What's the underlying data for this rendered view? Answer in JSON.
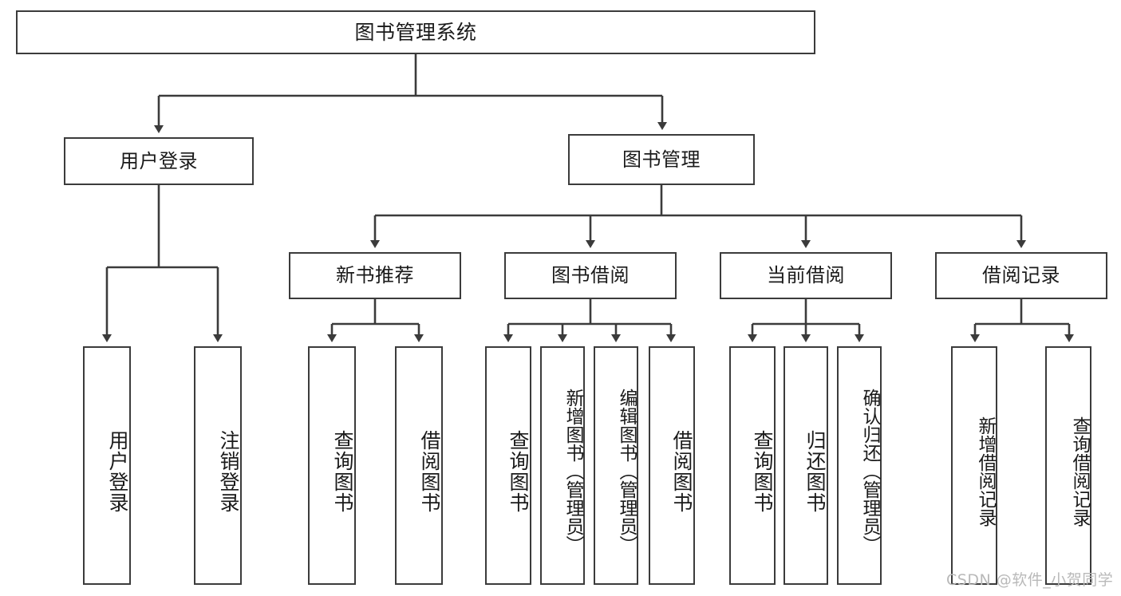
{
  "diagram": {
    "type": "tree-hierarchy-chart",
    "title": "图书管理系统",
    "line_color": "#3b3b3b",
    "box_fill": "#ffffff",
    "text_color": "#1a1a1a",
    "levels": 4
  },
  "root": {
    "label": "图书管理系统"
  },
  "level2": [
    {
      "id": "user-login",
      "label": "用户登录"
    },
    {
      "id": "book-manage",
      "label": "图书管理"
    }
  ],
  "level3": [
    {
      "id": "new-book-recommend",
      "label": "新书推荐",
      "parent": "book-manage"
    },
    {
      "id": "book-borrow",
      "label": "图书借阅",
      "parent": "book-manage"
    },
    {
      "id": "current-borrow",
      "label": "当前借阅",
      "parent": "book-manage"
    },
    {
      "id": "borrow-record",
      "label": "借阅记录",
      "parent": "book-manage"
    }
  ],
  "leaves": {
    "user_login": [
      {
        "id": "leaf-user-login",
        "label": "用户登录"
      },
      {
        "id": "leaf-logout",
        "label": "注销登录"
      }
    ],
    "new_book_recommend": [
      {
        "id": "leaf-query-book-1",
        "label": "查询图书"
      },
      {
        "id": "leaf-borrow-book-1",
        "label": "借阅图书"
      }
    ],
    "book_borrow": [
      {
        "id": "leaf-query-book-2",
        "label": "查询图书"
      },
      {
        "id": "leaf-add-book",
        "label": "新增图书（管理员）"
      },
      {
        "id": "leaf-edit-book",
        "label": "编辑图书（管理员）"
      },
      {
        "id": "leaf-borrow-book-2",
        "label": "借阅图书"
      }
    ],
    "current_borrow": [
      {
        "id": "leaf-query-book-3",
        "label": "查询图书"
      },
      {
        "id": "leaf-return-book",
        "label": "归还图书"
      },
      {
        "id": "leaf-confirm-return",
        "label": "确认归还（管理员）"
      }
    ],
    "borrow_record": [
      {
        "id": "leaf-add-record",
        "label": "新增借阅记录"
      },
      {
        "id": "leaf-query-record",
        "label": "查询借阅记录"
      }
    ]
  },
  "watermark": {
    "text": "CSDN @软件_小贺同学"
  }
}
